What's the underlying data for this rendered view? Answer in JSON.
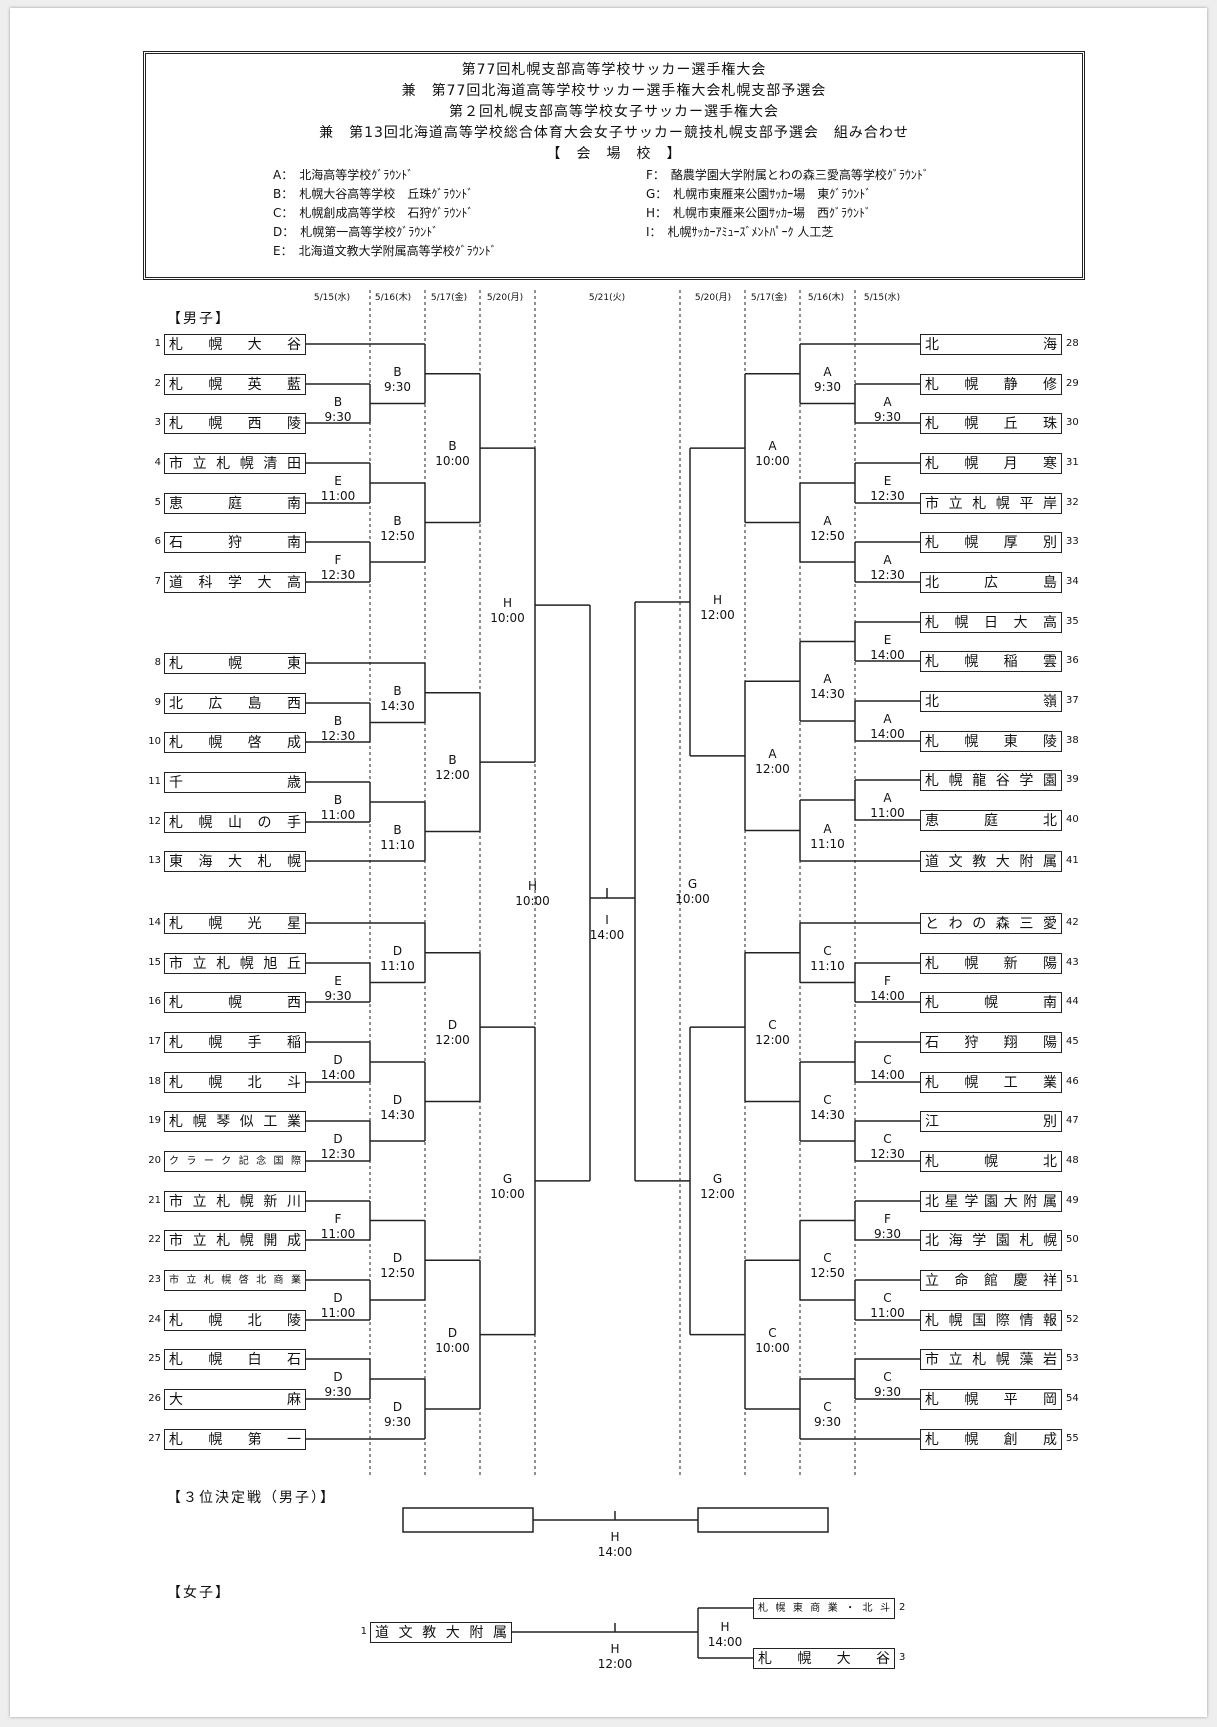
{
  "header": {
    "titles": [
      "第77回札幌支部高等学校サッカー選手権大会",
      "兼　第77回北海道高等学校サッカー選手権大会札幌支部予選会",
      "第２回札幌支部高等学校女子サッカー選手権大会",
      "兼　第13回北海道高等学校総合体育大会女子サッカー競技札幌支部予選会　組み合わせ"
    ],
    "venue_heading": "【　会　場　校　】",
    "venues_left": [
      "A：　北海高等学校ｸﾞﾗｳﾝﾄﾞ",
      "B：　札幌大谷高等学校　丘珠ｸﾞﾗｳﾝﾄﾞ",
      "C：　札幌創成高等学校　石狩ｸﾞﾗｳﾝﾄﾞ",
      "D：　札幌第一高等学校ｸﾞﾗｳﾝﾄﾞ",
      "E：　北海道文教大学附属高等学校ｸﾞﾗｳﾝﾄﾞ"
    ],
    "venues_right": [
      "F：　酪農学園大学附属とわの森三愛高等学校ｸﾞﾗｳﾝﾄﾞ",
      "G：　札幌市東雁来公園ｻｯｶｰ場　東ｸﾞﾗｳﾝﾄﾞ",
      "H：　札幌市東雁来公園ｻｯｶｰ場　西ｸﾞﾗｳﾝﾄﾞ",
      "I：　札幌ｻｯｶｰｱﾐｭｰｽﾞﾒﾝﾄﾊﾟｰｸ 人工芝"
    ]
  },
  "dates": [
    "5/15(水)",
    "5/16(木)",
    "5/17(金)",
    "5/20(月)",
    "5/21(火)",
    "5/20(月)",
    "5/17(金)",
    "5/16(木)",
    "5/15(水)"
  ],
  "sections": {
    "boys": "【男子】",
    "third_place": "【３位決定戦（男子）】",
    "girls": "【女子】"
  },
  "boys_left": [
    {
      "no": "1",
      "name": "札幌大谷"
    },
    {
      "no": "2",
      "name": "札幌英藍"
    },
    {
      "no": "3",
      "name": "札幌西陵"
    },
    {
      "no": "4",
      "name": "市立札幌清田"
    },
    {
      "no": "5",
      "name": "恵庭南"
    },
    {
      "no": "6",
      "name": "石狩南"
    },
    {
      "no": "7",
      "name": "道科学大高"
    },
    {
      "no": "8",
      "name": "札幌東"
    },
    {
      "no": "9",
      "name": "北広島西"
    },
    {
      "no": "10",
      "name": "札幌啓成"
    },
    {
      "no": "11",
      "name": "千歳"
    },
    {
      "no": "12",
      "name": "札幌山の手"
    },
    {
      "no": "13",
      "name": "東海大札幌"
    },
    {
      "no": "14",
      "name": "札幌光星"
    },
    {
      "no": "15",
      "name": "市立札幌旭丘"
    },
    {
      "no": "16",
      "name": "札幌西"
    },
    {
      "no": "17",
      "name": "札幌手稲"
    },
    {
      "no": "18",
      "name": "札幌北斗"
    },
    {
      "no": "19",
      "name": "札幌琴似工業"
    },
    {
      "no": "20",
      "name": "クラーク記念国際"
    },
    {
      "no": "21",
      "name": "市立札幌新川"
    },
    {
      "no": "22",
      "name": "市立札幌開成"
    },
    {
      "no": "23",
      "name": "市立札幌啓北商業"
    },
    {
      "no": "24",
      "name": "札幌北陵"
    },
    {
      "no": "25",
      "name": "札幌白石"
    },
    {
      "no": "26",
      "name": "大麻"
    },
    {
      "no": "27",
      "name": "札幌第一"
    }
  ],
  "boys_right": [
    {
      "no": "28",
      "name": "北海"
    },
    {
      "no": "29",
      "name": "札幌静修"
    },
    {
      "no": "30",
      "name": "札幌丘珠"
    },
    {
      "no": "31",
      "name": "札幌月寒"
    },
    {
      "no": "32",
      "name": "市立札幌平岸"
    },
    {
      "no": "33",
      "name": "札幌厚別"
    },
    {
      "no": "34",
      "name": "北広島"
    },
    {
      "no": "35",
      "name": "札幌日大高"
    },
    {
      "no": "36",
      "name": "札幌稲雲"
    },
    {
      "no": "37",
      "name": "北嶺"
    },
    {
      "no": "38",
      "name": "札幌東陵"
    },
    {
      "no": "39",
      "name": "札幌龍谷学園"
    },
    {
      "no": "40",
      "name": "恵庭北"
    },
    {
      "no": "41",
      "name": "道文教大附属"
    },
    {
      "no": "42",
      "name": "とわの森三愛"
    },
    {
      "no": "43",
      "name": "札幌新陽"
    },
    {
      "no": "44",
      "name": "札幌南"
    },
    {
      "no": "45",
      "name": "石狩翔陽"
    },
    {
      "no": "46",
      "name": "札幌工業"
    },
    {
      "no": "47",
      "name": "江別"
    },
    {
      "no": "48",
      "name": "札幌北"
    },
    {
      "no": "49",
      "name": "北星学園大附属"
    },
    {
      "no": "50",
      "name": "北海学園札幌"
    },
    {
      "no": "51",
      "name": "立命館慶祥"
    },
    {
      "no": "52",
      "name": "札幌国際情報"
    },
    {
      "no": "53",
      "name": "市立札幌藻岩"
    },
    {
      "no": "54",
      "name": "札幌平岡"
    },
    {
      "no": "55",
      "name": "札幌創成"
    }
  ],
  "matches_left": [
    {
      "venue": "B",
      "time": "9:30"
    },
    {
      "venue": "E",
      "time": "11:00"
    },
    {
      "venue": "F",
      "time": "12:30"
    },
    {
      "venue": "B",
      "time": "12:30"
    },
    {
      "venue": "B",
      "time": "11:00"
    },
    {
      "venue": "E",
      "time": "9:30"
    },
    {
      "venue": "D",
      "time": "14:00"
    },
    {
      "venue": "D",
      "time": "12:30"
    },
    {
      "venue": "F",
      "time": "11:00"
    },
    {
      "venue": "D",
      "time": "11:00"
    },
    {
      "venue": "D",
      "time": "9:30"
    },
    {
      "venue": "B",
      "time": "9:30"
    },
    {
      "venue": "B",
      "time": "12:50"
    },
    {
      "venue": "B",
      "time": "14:30"
    },
    {
      "venue": "B",
      "time": "11:10"
    },
    {
      "venue": "D",
      "time": "11:10"
    },
    {
      "venue": "D",
      "time": "14:30"
    },
    {
      "venue": "D",
      "time": "12:50"
    },
    {
      "venue": "D",
      "time": "9:30"
    },
    {
      "venue": "B",
      "time": "10:00"
    },
    {
      "venue": "B",
      "time": "12:00"
    },
    {
      "venue": "D",
      "time": "12:00"
    },
    {
      "venue": "D",
      "time": "10:00"
    },
    {
      "venue": "H",
      "time": "10:00"
    },
    {
      "venue": "G",
      "time": "10:00"
    },
    {
      "venue": "H",
      "time": "10:00"
    }
  ],
  "matches_right": [
    {
      "venue": "A",
      "time": "9:30"
    },
    {
      "venue": "E",
      "time": "12:30"
    },
    {
      "venue": "A",
      "time": "12:30"
    },
    {
      "venue": "E",
      "time": "14:00"
    },
    {
      "venue": "A",
      "time": "14:00"
    },
    {
      "venue": "A",
      "time": "11:00"
    },
    {
      "venue": "F",
      "time": "14:00"
    },
    {
      "venue": "C",
      "time": "14:00"
    },
    {
      "venue": "C",
      "time": "12:30"
    },
    {
      "venue": "F",
      "time": "9:30"
    },
    {
      "venue": "C",
      "time": "11:00"
    },
    {
      "venue": "C",
      "time": "9:30"
    },
    {
      "venue": "A",
      "time": "9:30"
    },
    {
      "venue": "A",
      "time": "12:50"
    },
    {
      "venue": "A",
      "time": "14:30"
    },
    {
      "venue": "A",
      "time": "11:10"
    },
    {
      "venue": "C",
      "time": "11:10"
    },
    {
      "venue": "C",
      "time": "14:30"
    },
    {
      "venue": "C",
      "time": "12:50"
    },
    {
      "venue": "C",
      "time": "9:30"
    },
    {
      "venue": "A",
      "time": "10:00"
    },
    {
      "venue": "A",
      "time": "12:00"
    },
    {
      "venue": "C",
      "time": "12:00"
    },
    {
      "venue": "C",
      "time": "10:00"
    },
    {
      "venue": "H",
      "time": "12:00"
    },
    {
      "venue": "G",
      "time": "12:00"
    },
    {
      "venue": "G",
      "time": "10:00"
    }
  ],
  "final": {
    "venue": "I",
    "time": "14:00"
  },
  "third_place_match": {
    "venue": "H",
    "time": "14:00"
  },
  "girls": {
    "teams": [
      {
        "no": "1",
        "name": "道文教大附属"
      },
      {
        "no": "2",
        "name": "札幌東商業・北斗"
      },
      {
        "no": "3",
        "name": "札幌大谷"
      }
    ],
    "semi": {
      "venue": "H",
      "time": "14:00"
    },
    "final": {
      "venue": "H",
      "time": "12:00"
    }
  }
}
